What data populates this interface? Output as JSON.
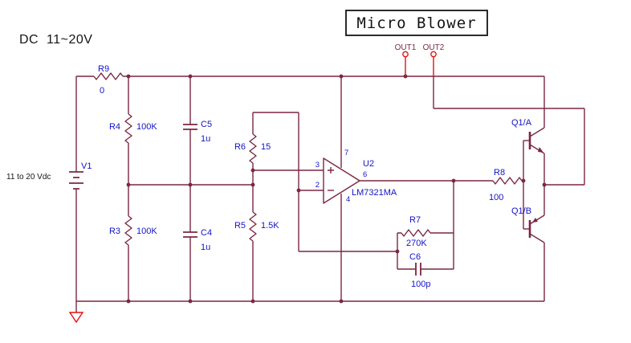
{
  "title": "Micro Blower",
  "header": {
    "supply_text": "DC  11~20V"
  },
  "colors": {
    "wire": "#7b2742",
    "label": "#1212cc",
    "pin": "#e01010",
    "text": "#141414"
  },
  "ports": {
    "out1": "OUT1",
    "out2": "OUT2"
  },
  "source": {
    "ref": "V1",
    "value": "11 to 20 Vdc"
  },
  "opamp": {
    "ref": "U2",
    "part": "LM7321MA",
    "pin_noninv": "3",
    "pin_inv": "2",
    "pin_vplus": "7",
    "pin_vminus": "4",
    "pin_out": "6"
  },
  "components": {
    "R9": {
      "ref": "R9",
      "value": "0"
    },
    "R4": {
      "ref": "R4",
      "value": "100K"
    },
    "R3": {
      "ref": "R3",
      "value": "100K"
    },
    "R6": {
      "ref": "R6",
      "value": "15"
    },
    "R5": {
      "ref": "R5",
      "value": "1.5K"
    },
    "R7": {
      "ref": "R7",
      "value": "270K"
    },
    "R8": {
      "ref": "R8",
      "value": "100"
    },
    "C5": {
      "ref": "C5",
      "value": "1u"
    },
    "C4": {
      "ref": "C4",
      "value": "1u"
    },
    "C6": {
      "ref": "C6",
      "value": "100p"
    },
    "Q1A": {
      "ref": "Q1/A"
    },
    "Q1B": {
      "ref": "Q1/B"
    }
  }
}
